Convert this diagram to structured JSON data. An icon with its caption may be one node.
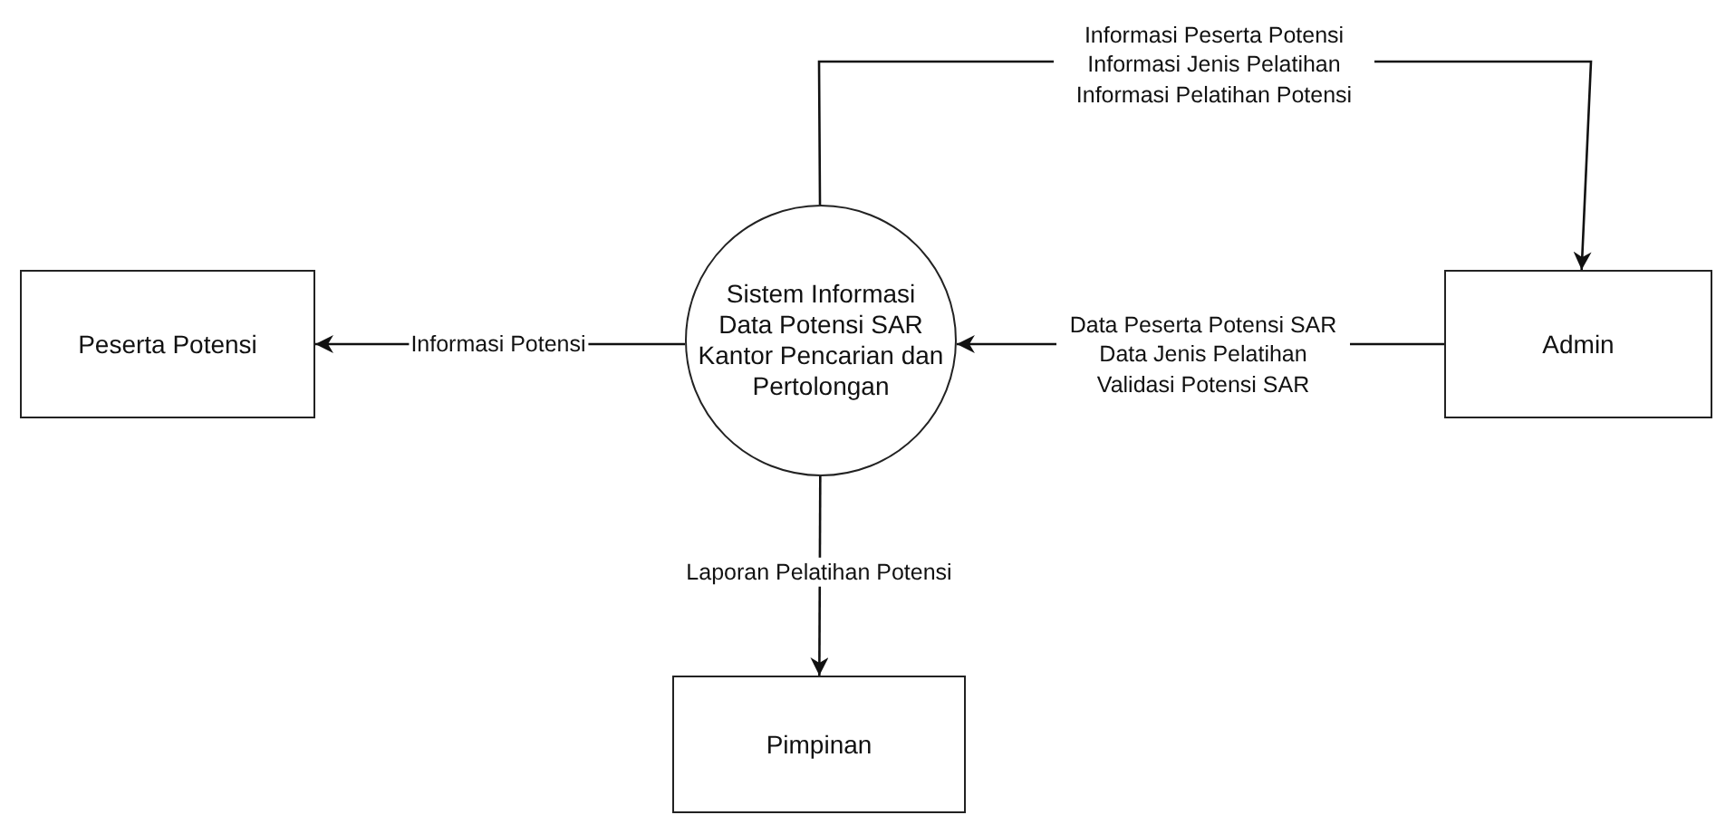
{
  "diagram": {
    "nodes": [
      {
        "text": [
          "Sistem Informasi Data Potensi SAR Kantor Pencarian dan Pertolongan"
        ]
      },
      {
        "text": [
          "Peserta Potensi"
        ]
      },
      {
        "text": [
          "Admin"
        ]
      },
      {
        "text": [
          "Pimpinan"
        ]
      }
    ],
    "edges": [
      {
        "from": 0,
        "to": 2,
        "arrow": "to",
        "label": "Informasi Peserta Potensi Informasi Jenis Pelatihan Informasi Pelatihan Potensi"
      },
      {
        "from": 2,
        "to": 0,
        "arrow": "to",
        "label": "Data Peserta Potensi SAR Data Jenis Pelatihan Validasi Potensi SAR"
      },
      {
        "from": 0,
        "to": 1,
        "arrow": "to",
        "label": "Informasi Potensi"
      },
      {
        "from": 0,
        "to": 3,
        "arrow": "to",
        "label": "Laporan Pelatihan Potensi"
      }
    ]
  }
}
